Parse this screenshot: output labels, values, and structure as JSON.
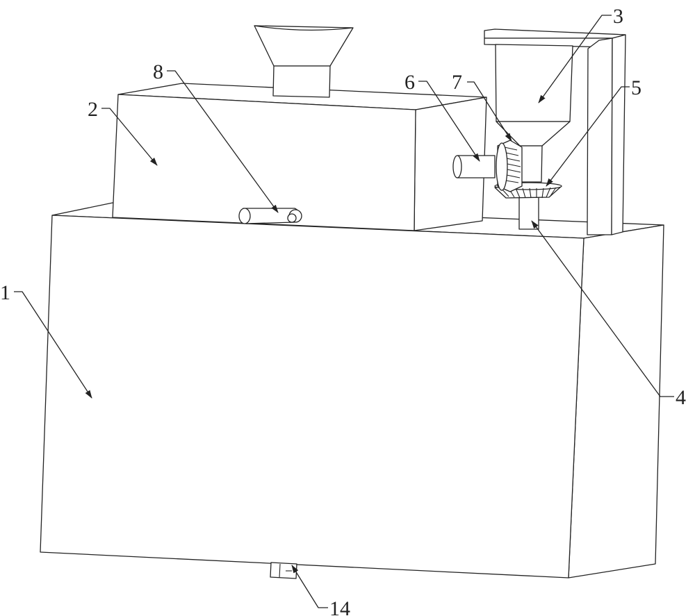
{
  "labels": {
    "l1": "1",
    "l2": "2",
    "l3": "3",
    "l4": "4",
    "l5": "5",
    "l6": "6",
    "l7": "7",
    "l8": "8",
    "l14": "14"
  },
  "line_color": "#222222",
  "background_color": "#ffffff"
}
